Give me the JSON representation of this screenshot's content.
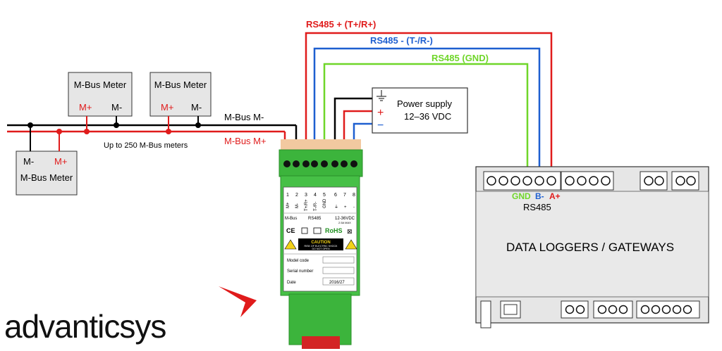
{
  "bus": {
    "m_minus_label": "M-Bus M-",
    "m_plus_label": "M-Bus M+",
    "capacity_note": "Up to 250 M-Bus meters"
  },
  "meters": [
    {
      "title": "M-Bus Meter",
      "plus": "M+",
      "minus": "M-"
    },
    {
      "title": "M-Bus Meter",
      "plus": "M+",
      "minus": "M-"
    },
    {
      "title": "M-Bus Meter",
      "plus": "M+",
      "minus": "M-"
    }
  ],
  "rs485": {
    "plus_label": "RS485 + (T+/R+)",
    "minus_label": "RS485 - (T-/R-)",
    "gnd_label": "RS485 (GND)"
  },
  "power": {
    "title": "Power supply",
    "voltage": "12–36 VDC",
    "plus_symbol": "+",
    "minus_symbol": "−"
  },
  "converter": {
    "terminal_numbers": [
      "1",
      "2",
      "3",
      "4",
      "5",
      "6",
      "7",
      "8"
    ],
    "terminal_functions": [
      "M+",
      "M-",
      "T+/R+",
      "T-/R-",
      "GND",
      "⏚",
      "+",
      "-"
    ],
    "group_mbus": "M-Bus",
    "group_rs485": "RS485",
    "group_power": "12-36VDC",
    "power_current": "2.5A MAX",
    "ce_mark": "CE",
    "rohs_mark": "RoHS",
    "caution_title": "CAUTION",
    "caution_line1": "RISK OF ELECTRIC SHOCK",
    "caution_line2": "DO NOT OPEN",
    "model_code_label": "Model code",
    "serial_number_label": "Serial number",
    "date_label": "Date",
    "date_value": "2016/27"
  },
  "gateway": {
    "title": "DATA LOGGERS / GATEWAYS",
    "port_label": "RS485",
    "gnd": "GND",
    "b_minus": "B-",
    "a_plus": "A+"
  },
  "brand": {
    "name": "advanticsys"
  },
  "colors": {
    "rs485_plus": "#e01b1b",
    "rs485_minus": "#1e5fd0",
    "rs485_gnd": "#6fd629",
    "mbus_plus": "#e01b1b",
    "mbus_minus": "#000000",
    "converter_body": "#3cb43c",
    "gateway_body": "#e6e6e6"
  }
}
